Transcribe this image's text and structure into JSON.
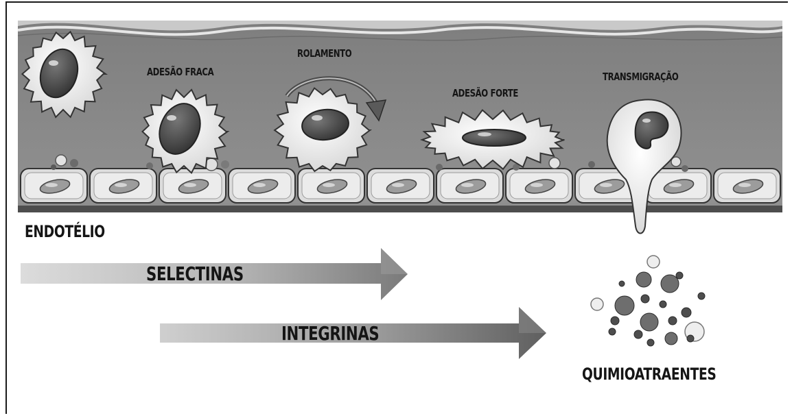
{
  "diagram": {
    "stage_labels": {
      "weak_adhesion": "ADESÃO FRACA",
      "rolling": "ROLAMENTO",
      "strong_adhesion": "ADESÃO FORTE",
      "transmigration": "TRANSMIGRAÇÃO"
    },
    "endothelium_label": "ENDOTÉLIO",
    "arrows": {
      "selectins": "SELECTINAS",
      "integrins": "INTEGRINAS"
    },
    "chemoattractants_label": "QUIMIOATRAENTES",
    "colors": {
      "vessel": "#8b8b8b",
      "endothelial_cell": "#dedede",
      "leukocyte": "#f0f0f0",
      "nucleus": "#4a4a4a",
      "arrow_light": "#d6d6d6",
      "arrow_dark": "#6f6f6f"
    }
  }
}
